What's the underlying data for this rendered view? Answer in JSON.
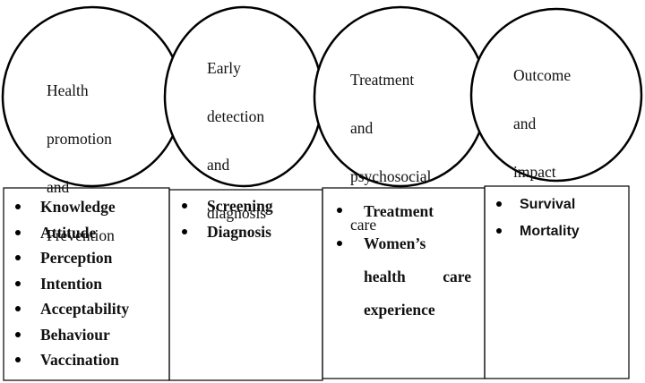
{
  "stages": [
    {
      "title_lines": [
        "Health",
        "promotion",
        "and",
        "Prevention"
      ],
      "items": [
        "Knowledge",
        "Attitude",
        "Perception",
        "Intention",
        "Acceptability",
        "Behaviour",
        "Vaccination"
      ]
    },
    {
      "title_lines": [
        "Early",
        "detection",
        "and",
        "diagnosis"
      ],
      "items": [
        "Screening",
        "Diagnosis"
      ]
    },
    {
      "title_lines": [
        "Treatment",
        "and",
        "psychosocial",
        "care"
      ],
      "items": [
        "Treatment",
        "Women’s health care experience"
      ],
      "item_lines": [
        [
          "Treatment"
        ],
        [
          "Women’s"
        ],
        [
          "health",
          "care"
        ],
        [
          "experience"
        ]
      ]
    },
    {
      "title_lines": [
        "Outcome",
        "and",
        "impact"
      ],
      "items": [
        "Survival",
        "Mortality"
      ]
    }
  ]
}
